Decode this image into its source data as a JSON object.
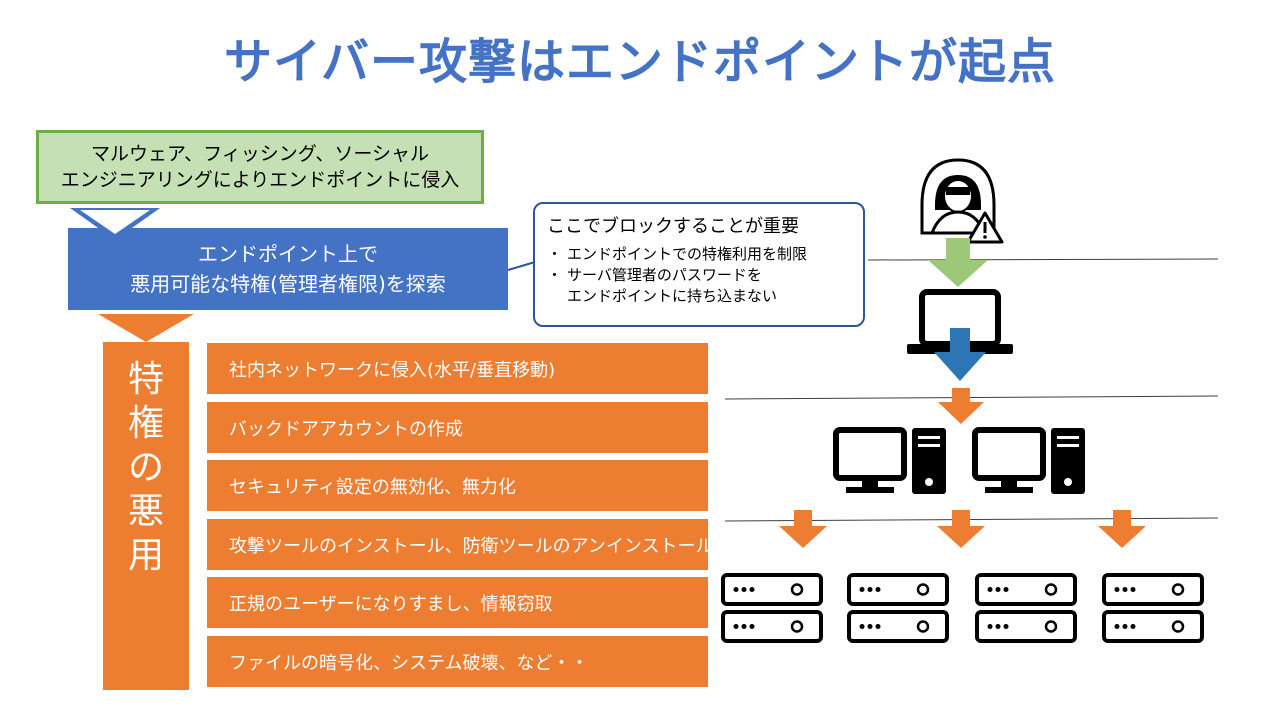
{
  "title": "サイバー攻撃はエンドポイントが起点",
  "intrusion": {
    "line1": "マルウェア、フィッシング、ソーシャル",
    "line2": "エンジニアリングによりエンドポイントに侵入"
  },
  "search": {
    "line1": "エンドポイント上で",
    "line2": "悪用可能な特権(管理者権限)を探索"
  },
  "callout": {
    "heading": "ここでブロックすることが重要",
    "bullet_glyph": "・",
    "bullet1": "エンドポイントでの特権利用を制限",
    "bullet2_line1": "サーバ管理者のパスワードを",
    "bullet2_line2": "エンドポイントに持ち込まない"
  },
  "privilege_abuse": {
    "label_chars": [
      "特",
      "権",
      "の",
      "悪",
      "用"
    ],
    "items": [
      "社内ネットワークに侵入(水平/垂直移動)",
      "バックドアアカウントの作成",
      "セキュリティ設定の無効化、無力化",
      "攻撃ツールのインストール、防衛ツールのアンインストール",
      "正規のユーザーになりすまし、情報窃取",
      "ファイルの暗号化、システム破壊、など・・"
    ]
  },
  "colors": {
    "title_blue": "#4472c4",
    "green_fill": "#c5e0b4",
    "green_border": "#70ad47",
    "orange": "#ed7d31",
    "light_green_arrow": "#9dc87a",
    "dark_blue_arrow": "#2e75b6",
    "icon_black": "#000000"
  },
  "icons": {
    "attacker": "hacker-icon",
    "warning": "warning-icon",
    "laptop": "laptop-icon",
    "desktop": "desktop-pc-icon",
    "server": "server-rack-icon"
  }
}
